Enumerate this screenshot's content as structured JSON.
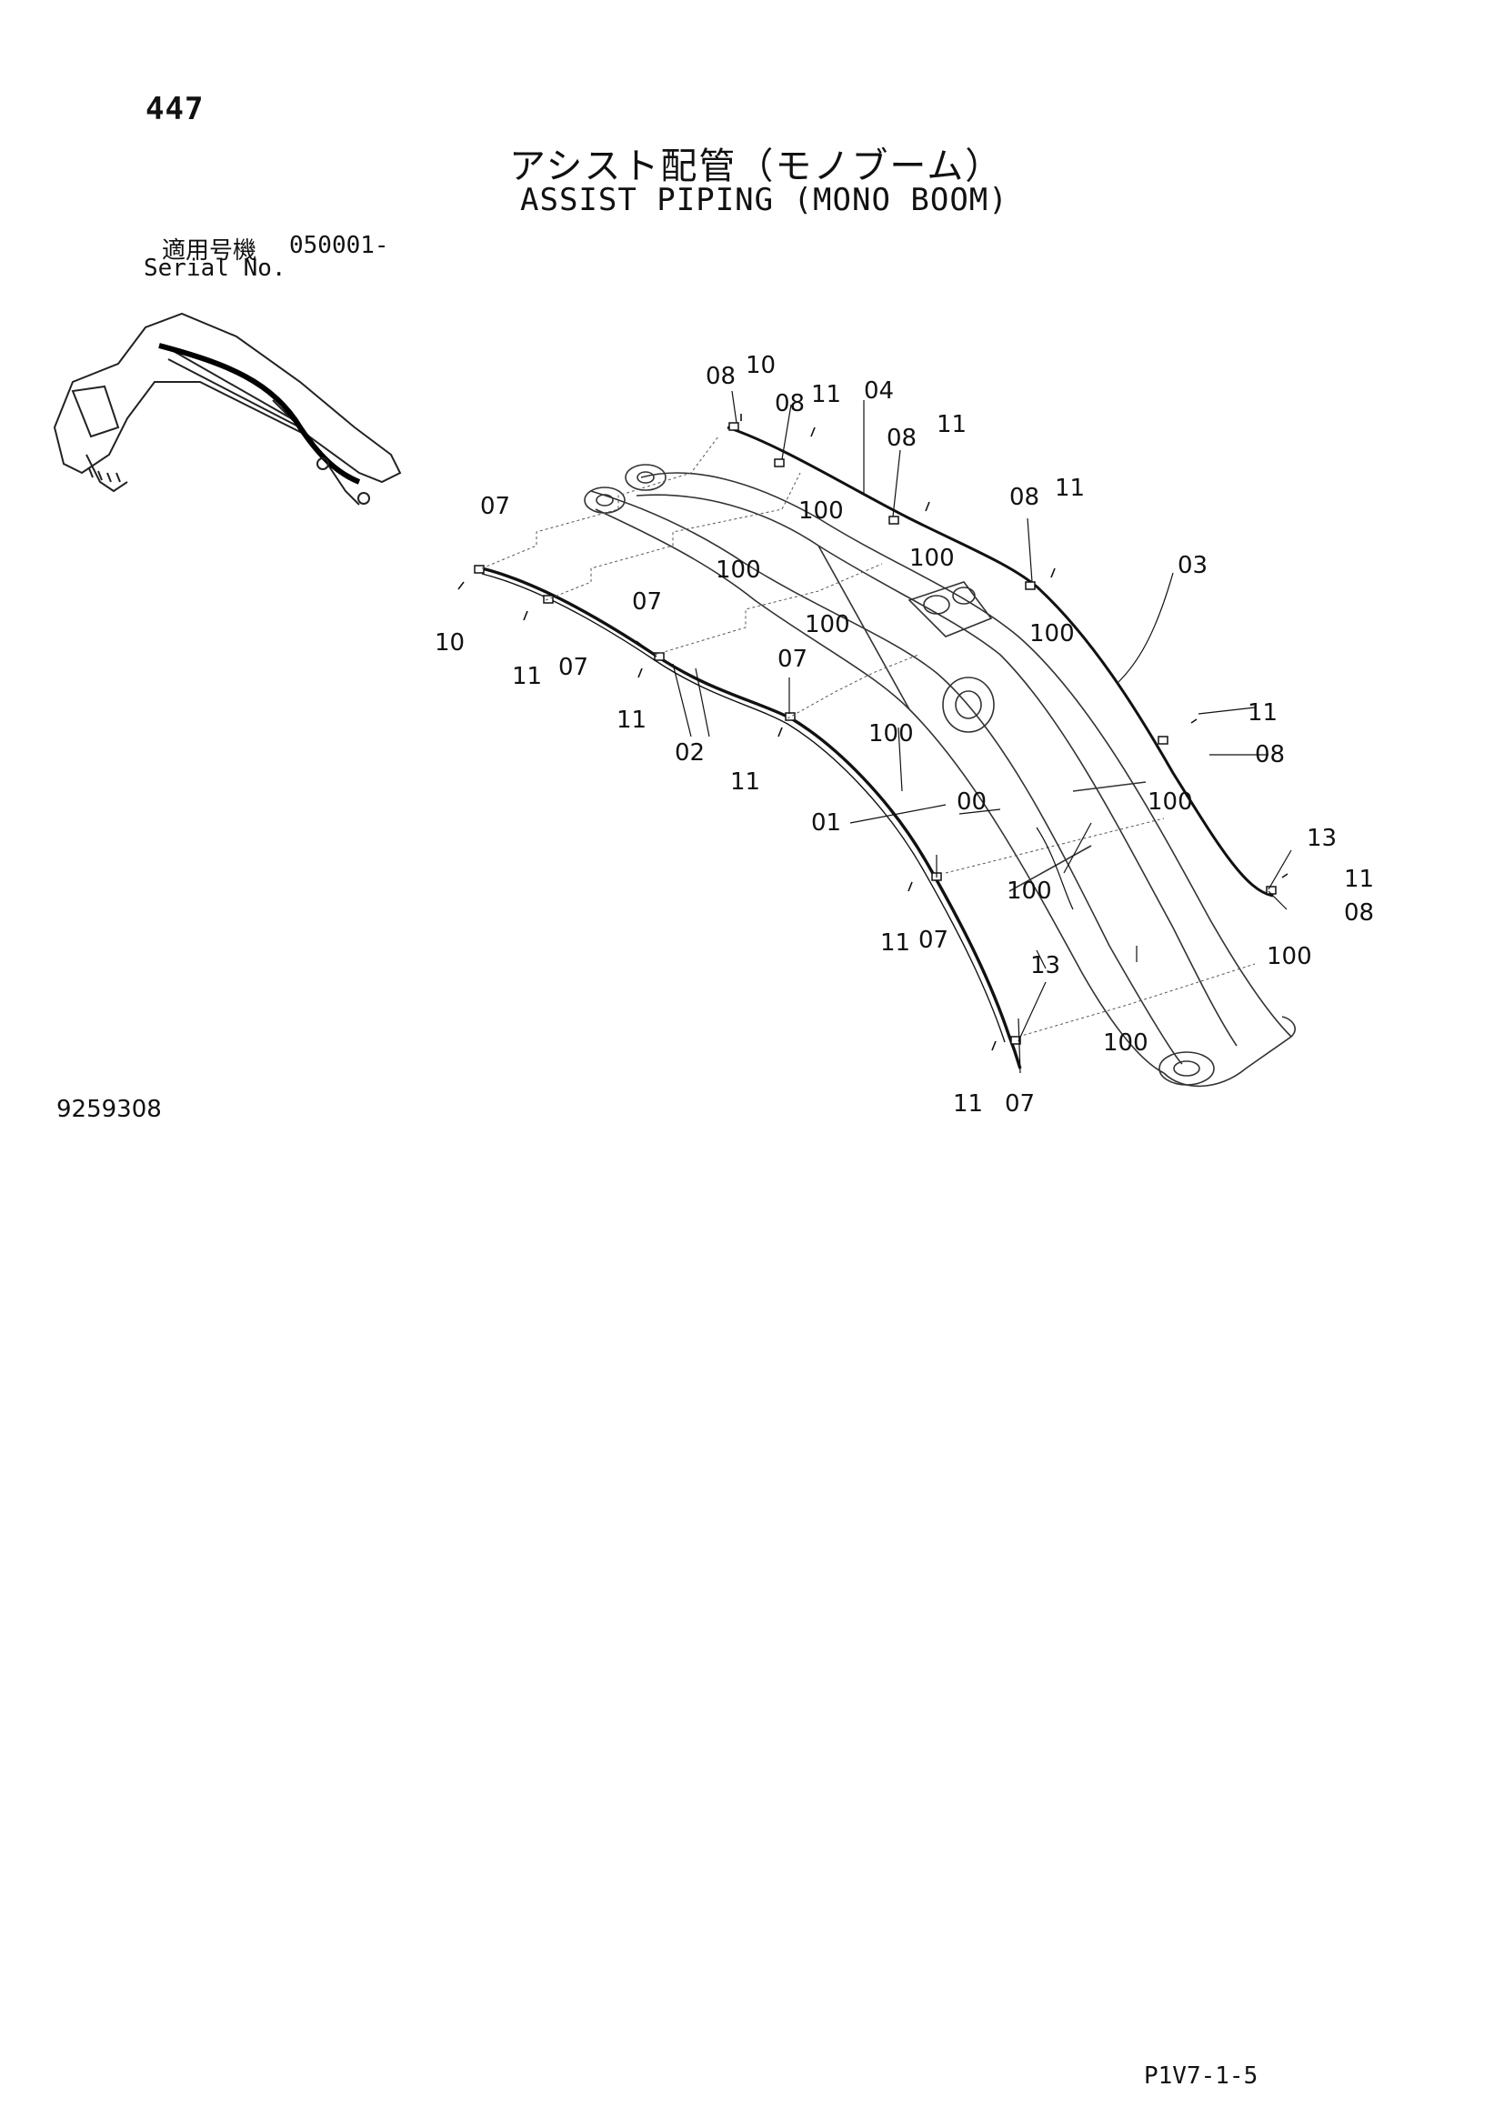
{
  "header": {
    "page_number": "447",
    "title_jp": "アシスト配管（モノブーム）",
    "title_en": "ASSIST PIPING (MONO BOOM)",
    "serial_label_jp": "適用号機",
    "serial_number": "050001-",
    "serial_label_en": "Serial No."
  },
  "footer": {
    "drawing_number": "9259308",
    "catalog_page_code": "P1V7-1-5"
  },
  "diagram": {
    "callouts": [
      "08",
      "10",
      "08",
      "11",
      "04",
      "08",
      "11",
      "100",
      "08",
      "11",
      "07",
      "100",
      "100",
      "03",
      "100",
      "100",
      "07",
      "10",
      "11",
      "07",
      "07",
      "11",
      "02",
      "11",
      "100",
      "11",
      "08",
      "00",
      "01",
      "100",
      "13",
      "11",
      "100",
      "08",
      "100",
      "13",
      "11",
      "07",
      "100",
      "11",
      "07"
    ]
  }
}
